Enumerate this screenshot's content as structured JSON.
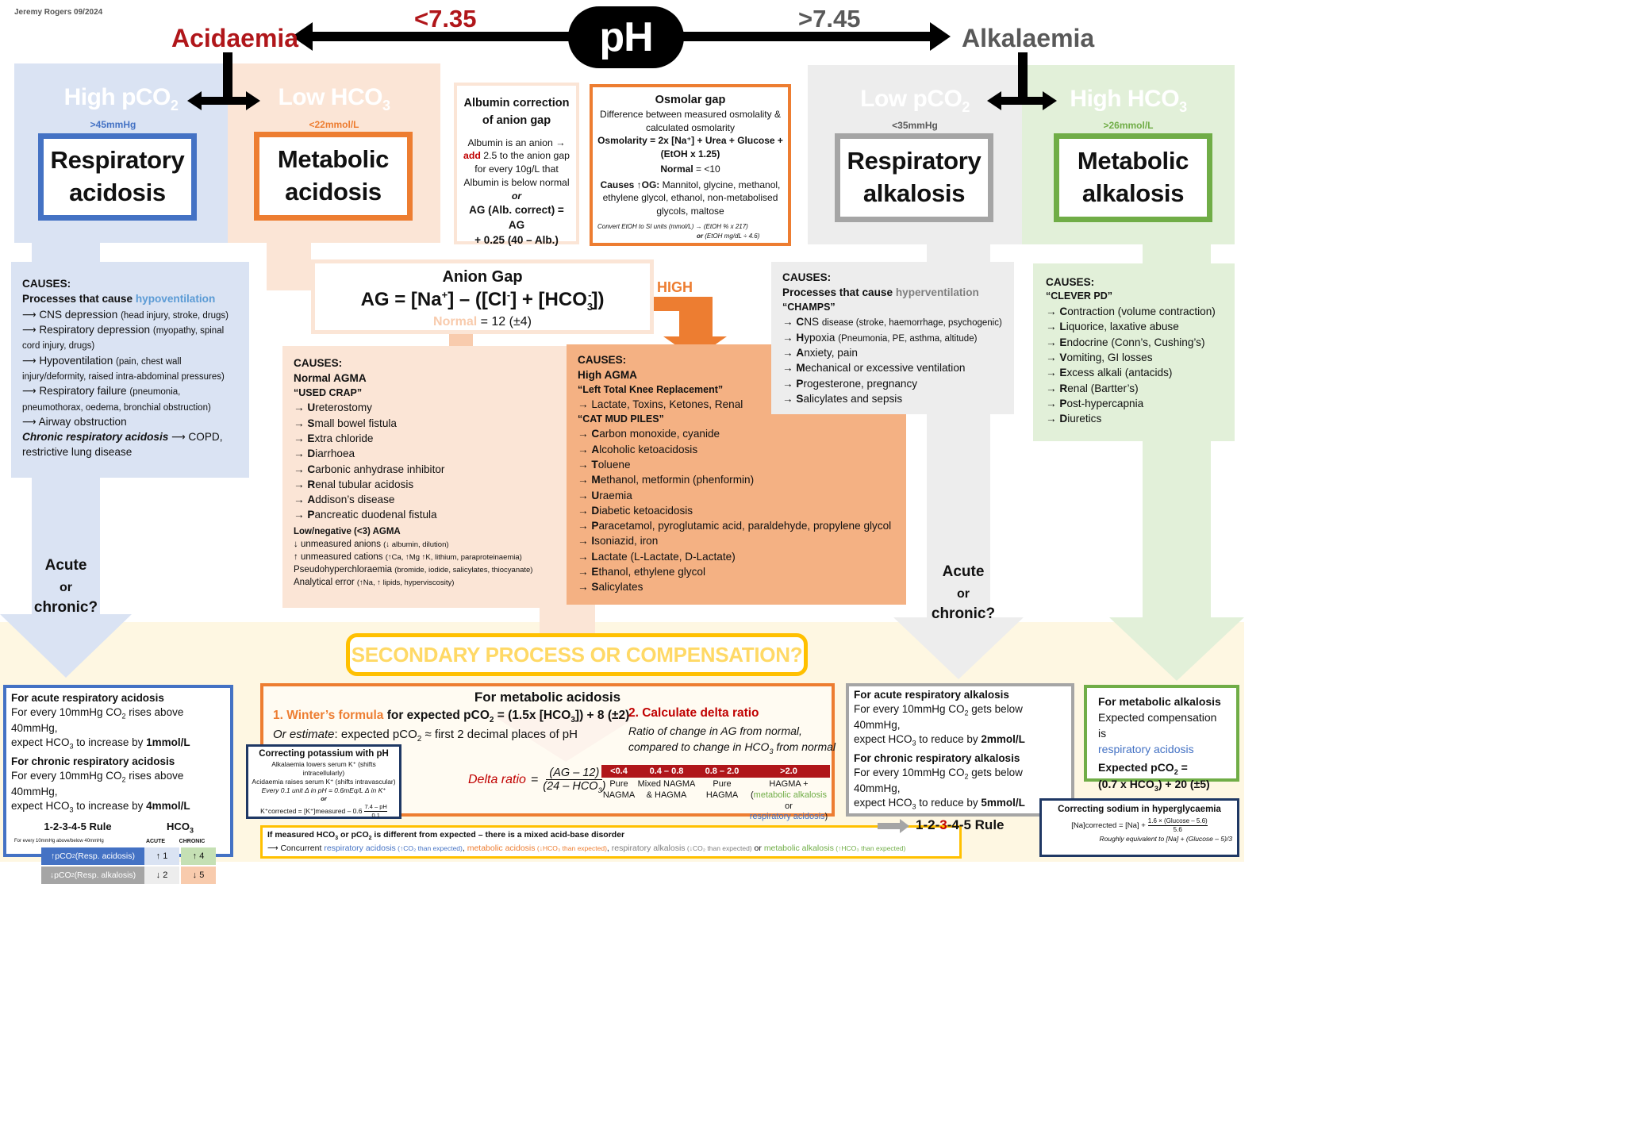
{
  "author": "Jeremy Rogers 09/2024",
  "top": {
    "ph": "pH",
    "low": "<7.35",
    "high": ">7.45",
    "acid": "Acidaemia",
    "alk": "Alkalaemia"
  },
  "colors": {
    "acid_red": "#b0161a",
    "resp_acid_blue": "#4472c4",
    "met_acid_orange": "#ed7d31",
    "resp_alk_grey": "#a5a5a5",
    "met_alk_green": "#70ad47",
    "yellow": "#ffc000"
  },
  "ra": {
    "head": "High pCO",
    "head_sub": "2",
    "range": ">45mmHg",
    "box": [
      "Respiratory",
      "acidosis"
    ]
  },
  "ma": {
    "head": "Low HCO",
    "head_sub": "3",
    "range": "<22mmol/L",
    "box": [
      "Metabolic",
      "acidosis"
    ]
  },
  "ralk": {
    "head": "Low pCO",
    "head_sub": "2",
    "range": "<35mmHg",
    "box": [
      "Respiratory",
      "alkalosis"
    ]
  },
  "malk": {
    "head": "High HCO",
    "head_sub": "3",
    "range": ">26mmol/L",
    "box": [
      "Metabolic",
      "alkalosis"
    ]
  },
  "albumin": {
    "title": [
      "Albumin correction",
      "of anion gap"
    ],
    "l1": "Albumin is an anion →",
    "add": "add",
    "l2": " 2.5 to the anion gap",
    "l3": "for every 10g/L that",
    "l4": "Albumin is below normal",
    "or": "or",
    "f1": "AG (Alb. correct) = AG",
    "f2": "+ 0.25 (40 – Alb.)"
  },
  "osmolar": {
    "title": "Osmolar gap",
    "l1": "Difference between measured osmolality &",
    "l2": "calculated osmolarity",
    "f1": "Osmolarity = 2x [Na⁺] + Urea + Glucose +",
    "f2": "(EtOH x 1.25)",
    "normal_label": "Normal",
    "normal_val": " = <10",
    "causes_label": "Causes ↑OG:",
    "causes1": " Mannitol, glycine, methanol,",
    "causes2": "ethylene glycol, ethanol, non-metabolised",
    "causes3": "glycols, maltose",
    "conv1": "Convert EtOH to SI units (mmol/L) → (EtOH % x 217)",
    "conv2_or": "or",
    "conv2": " (EtOH mg/dL ÷ 4.6)"
  },
  "anion_gap": {
    "title": "Anion Gap",
    "formula_a": "AG = [Na",
    "formula_b": "] – ([Cl",
    "formula_c": "] + [HCO",
    "formula_d": "])",
    "normal_label": "Normal",
    "normal_val": " = 12 (±4)",
    "high": "HIGH"
  },
  "ra_causes": {
    "title": "CAUSES:",
    "proc_a": "Processes that cause ",
    "proc_b": "hypoventilation",
    "i1a": "⟶ CNS depression ",
    "i1b": "(head injury, stroke, drugs)",
    "i2a": "⟶ Respiratory depression ",
    "i2b": "(myopathy, spinal",
    "i2c": "cord injury, drugs)",
    "i3a": "⟶ Hypoventilation ",
    "i3b": "(pain, chest wall",
    "i3c": "injury/deformity, raised intra-abdominal pressures)",
    "i4a": "⟶ Respiratory failure ",
    "i4b": "(pneumonia,",
    "i4c": "pneumothorax, oedema, bronchial obstruction)",
    "i5": "⟶ Airway obstruction",
    "chronic_a": "Chronic respiratory acidosis",
    "chronic_b": " ⟶ COPD,",
    "chronic_c": "restrictive lung disease"
  },
  "nagma": {
    "title": "CAUSES:",
    "sub": "Normal AGMA",
    "mnem": "“USED CRAP”",
    "items": [
      [
        "U",
        "reterostomy"
      ],
      [
        "S",
        "mall bowel fistula"
      ],
      [
        "E",
        "xtra chloride"
      ],
      [
        "D",
        "iarrhoea"
      ],
      [
        "C",
        "arbonic anhydrase inhibitor"
      ],
      [
        "R",
        "enal tubular acidosis"
      ],
      [
        "A",
        "ddison’s disease"
      ],
      [
        "P",
        "ancreatic duodenal fistula"
      ]
    ],
    "low_title": "Low/negative (<3) AGMA",
    "low1a": "↓ unmeasured anions ",
    "low1b": "(↓ albumin, dilution)",
    "low2a": "↑ unmeasured cations ",
    "low2b": "(↑Ca, ↑Mg ↑K, lithium, paraproteinaemia)",
    "low3a": "Pseudohyperchloraemia ",
    "low3b": "(bromide, iodide, salicylates, thiocyanate)",
    "low4a": "Analytical error ",
    "low4b": "(↑Na, ↑ lipids, hyperviscosity)"
  },
  "hagma": {
    "title": "CAUSES:",
    "sub": "High AGMA",
    "mnem1": "“Left Total Knee Replacement”",
    "ltkr": "→ Lactate, Toxins, Ketones, Renal",
    "mnem2": "“CAT MUD PILES”",
    "items": [
      [
        "C",
        "arbon monoxide, cyanide"
      ],
      [
        "A",
        "lcoholic ketoacidosis"
      ],
      [
        "T",
        "oluene"
      ],
      [
        "M",
        "ethanol, metformin (phenformin)"
      ],
      [
        "U",
        "raemia"
      ],
      [
        "D",
        "iabetic ketoacidosis"
      ],
      [
        "P",
        "aracetamol, pyroglutamic acid, paraldehyde, propylene glycol"
      ],
      [
        "I",
        "soniazid, iron"
      ],
      [
        "L",
        "actate (L-Lactate, D-Lactate)"
      ],
      [
        "E",
        "thanol, ethylene glycol"
      ],
      [
        "S",
        "alicylates"
      ]
    ]
  },
  "ralk_causes": {
    "title": "CAUSES:",
    "proc_a": "Processes that cause ",
    "proc_b": "hyperventilation",
    "mnem": "“CHAMPS”",
    "items": [
      [
        "C",
        "NS ",
        "disease (stroke, haemorrhage, psychogenic)"
      ],
      [
        "H",
        "ypoxia ",
        "(Pneumonia, PE, asthma, altitude)"
      ],
      [
        "A",
        "nxiety, pain",
        ""
      ],
      [
        "M",
        "echanical or excessive ventilation",
        ""
      ],
      [
        "P",
        "rogesterone, pregnancy",
        ""
      ],
      [
        "S",
        "alicylates and sepsis",
        ""
      ]
    ]
  },
  "malk_causes": {
    "title": "CAUSES:",
    "mnem": "“CLEVER PD”",
    "items": [
      [
        "C",
        "ontraction (volume contraction)"
      ],
      [
        "L",
        "iquorice, laxative abuse"
      ],
      [
        "E",
        "ndocrine (Conn’s, Cushing’s)"
      ],
      [
        "V",
        "omiting, GI losses"
      ],
      [
        "E",
        "xcess alkali (antacids)"
      ],
      [
        "R",
        "enal (Bartter’s)"
      ],
      [
        "P",
        "ost-hypercapnia"
      ],
      [
        "D",
        "iuretics"
      ]
    ]
  },
  "acute_chronic": [
    "Acute",
    "or",
    "chronic?"
  ],
  "secondary": "SECONDARY PROCESS OR COMPENSATION?",
  "comp_ra": {
    "t1": "For acute respiratory acidosis",
    "a1": "For every 10mmHg CO",
    "a2": " rises above 40mmHg,",
    "a3": "expect HCO",
    "a4": " to increase by ",
    "a5": "1mmol/L",
    "t2": "For chronic respiratory acidosis",
    "b5": "4mmol/L",
    "rule_title": "1-2-3-4-5 Rule",
    "rule_hco": "HCO",
    "tiny": "For every 10mmHg above/below 40mmHg",
    "col_acute": "ACUTE",
    "col_chronic": "CHRONIC",
    "row1": "↑pCO",
    "row1b": " (Resp. acidosis)",
    "row2": "↓pCO",
    "row2b": " (Resp. alkalosis)",
    "v11": "↑ 1",
    "v12": "↑ 4",
    "v21": "↓ 2",
    "v22": "↓ 5"
  },
  "comp_ma": {
    "title": "For metabolic acidosis",
    "w1": "1. Winter’s formula",
    "w2": " for expected pCO",
    "w3": " = (1.5x [HCO",
    "w4": "]) + 8 (±2)",
    "est_a": "Or estimate",
    "est_b": ": expected pCO",
    "est_c": " ≈ first 2 decimal places of pH",
    "d1": "2. Calculate delta ratio",
    "d2": "Ratio of change in AG from normal,",
    "d3": "compared to change in HCO",
    "d3b": " from normal",
    "dr_label": "Delta ratio",
    "dr_num": "(AG – 12)",
    "dr_den": "(24 – HCO",
    "dr_den_b": ")",
    "ranges": [
      "<0.4",
      "0.4 – 0.8",
      "0.8 – 2.0",
      ">2.0"
    ],
    "r1": [
      "Pure",
      "NAGMA"
    ],
    "r2": [
      "Mixed NAGMA",
      "& HAGMA"
    ],
    "r3": [
      "Pure",
      "HAGMA"
    ],
    "r4a": "HAGMA +",
    "r4b": "(",
    "r4c": "metabolic alkalosis",
    "r4d": " or",
    "r4e": "respiratory acidosis",
    "r4f": ")"
  },
  "potassium": {
    "title": "Correcting potassium with pH",
    "l1": "Alkalaemia lowers serum K⁺ (shifts intracellularly)",
    "l2": "Acidaemia raises serum K⁺ (shifts intravascular)",
    "l3": "Every 0.1 unit Δ in pH = 0.6mEq/L Δ in K⁺",
    "or": "or",
    "f1": "K⁺corrected = [K⁺]measured – 0.6",
    "fnum": "7.4 – pH",
    "fden": "0.1"
  },
  "mixed": {
    "l1": "If measured HCO",
    "l1b": " or pCO",
    "l1c": " is different from expected – there is a mixed acid-base disorder",
    "l2a": "⟶ Concurrent ",
    "ra": "respiratory acidosis",
    "ra_n": " (↑CO₂ than expected)",
    "c1": ", ",
    "ma": "metabolic acidosis",
    "ma_n": " (↓HCO₃ than expected)",
    "c2": ", ",
    "ralk": "respiratory alkalosis",
    "ralk_n": " (↓CO₂ than expected)",
    "or": " or ",
    "malk": "metabolic alkalosis",
    "malk_n": " (↑HCO₃ than expected)"
  },
  "comp_ralk": {
    "t1": "For acute respiratory alkalosis",
    "a1": "For every 10mmHg CO",
    "a2": " gets below 40mmHg,",
    "a3": "expect HCO",
    "a4": " to reduce by ",
    "a5": "2mmol/L",
    "t2": "For chronic respiratory alkalosis",
    "b5": "5mmol/L",
    "rule_a": "1-2-",
    "rule_b": "3",
    "rule_c": "-4-5 Rule"
  },
  "comp_malk": {
    "t1": "For metabolic alkalosis",
    "l1": "Expected compensation is",
    "l2": "respiratory acidosis",
    "f1": "Expected pCO",
    "f1b": " =",
    "f2": "(0.7 x HCO",
    "f2b": ") + 20 (±5)"
  },
  "sodium": {
    "title": "Correcting sodium in hyperglycaemia",
    "f1": "[Na]corrected = [Na] +",
    "fnum": "1.6 × (Glucose – 5.6)",
    "fden": "5.6",
    "l2": "Roughly equivalent to [Na] + (Glucose – 5)/3"
  }
}
